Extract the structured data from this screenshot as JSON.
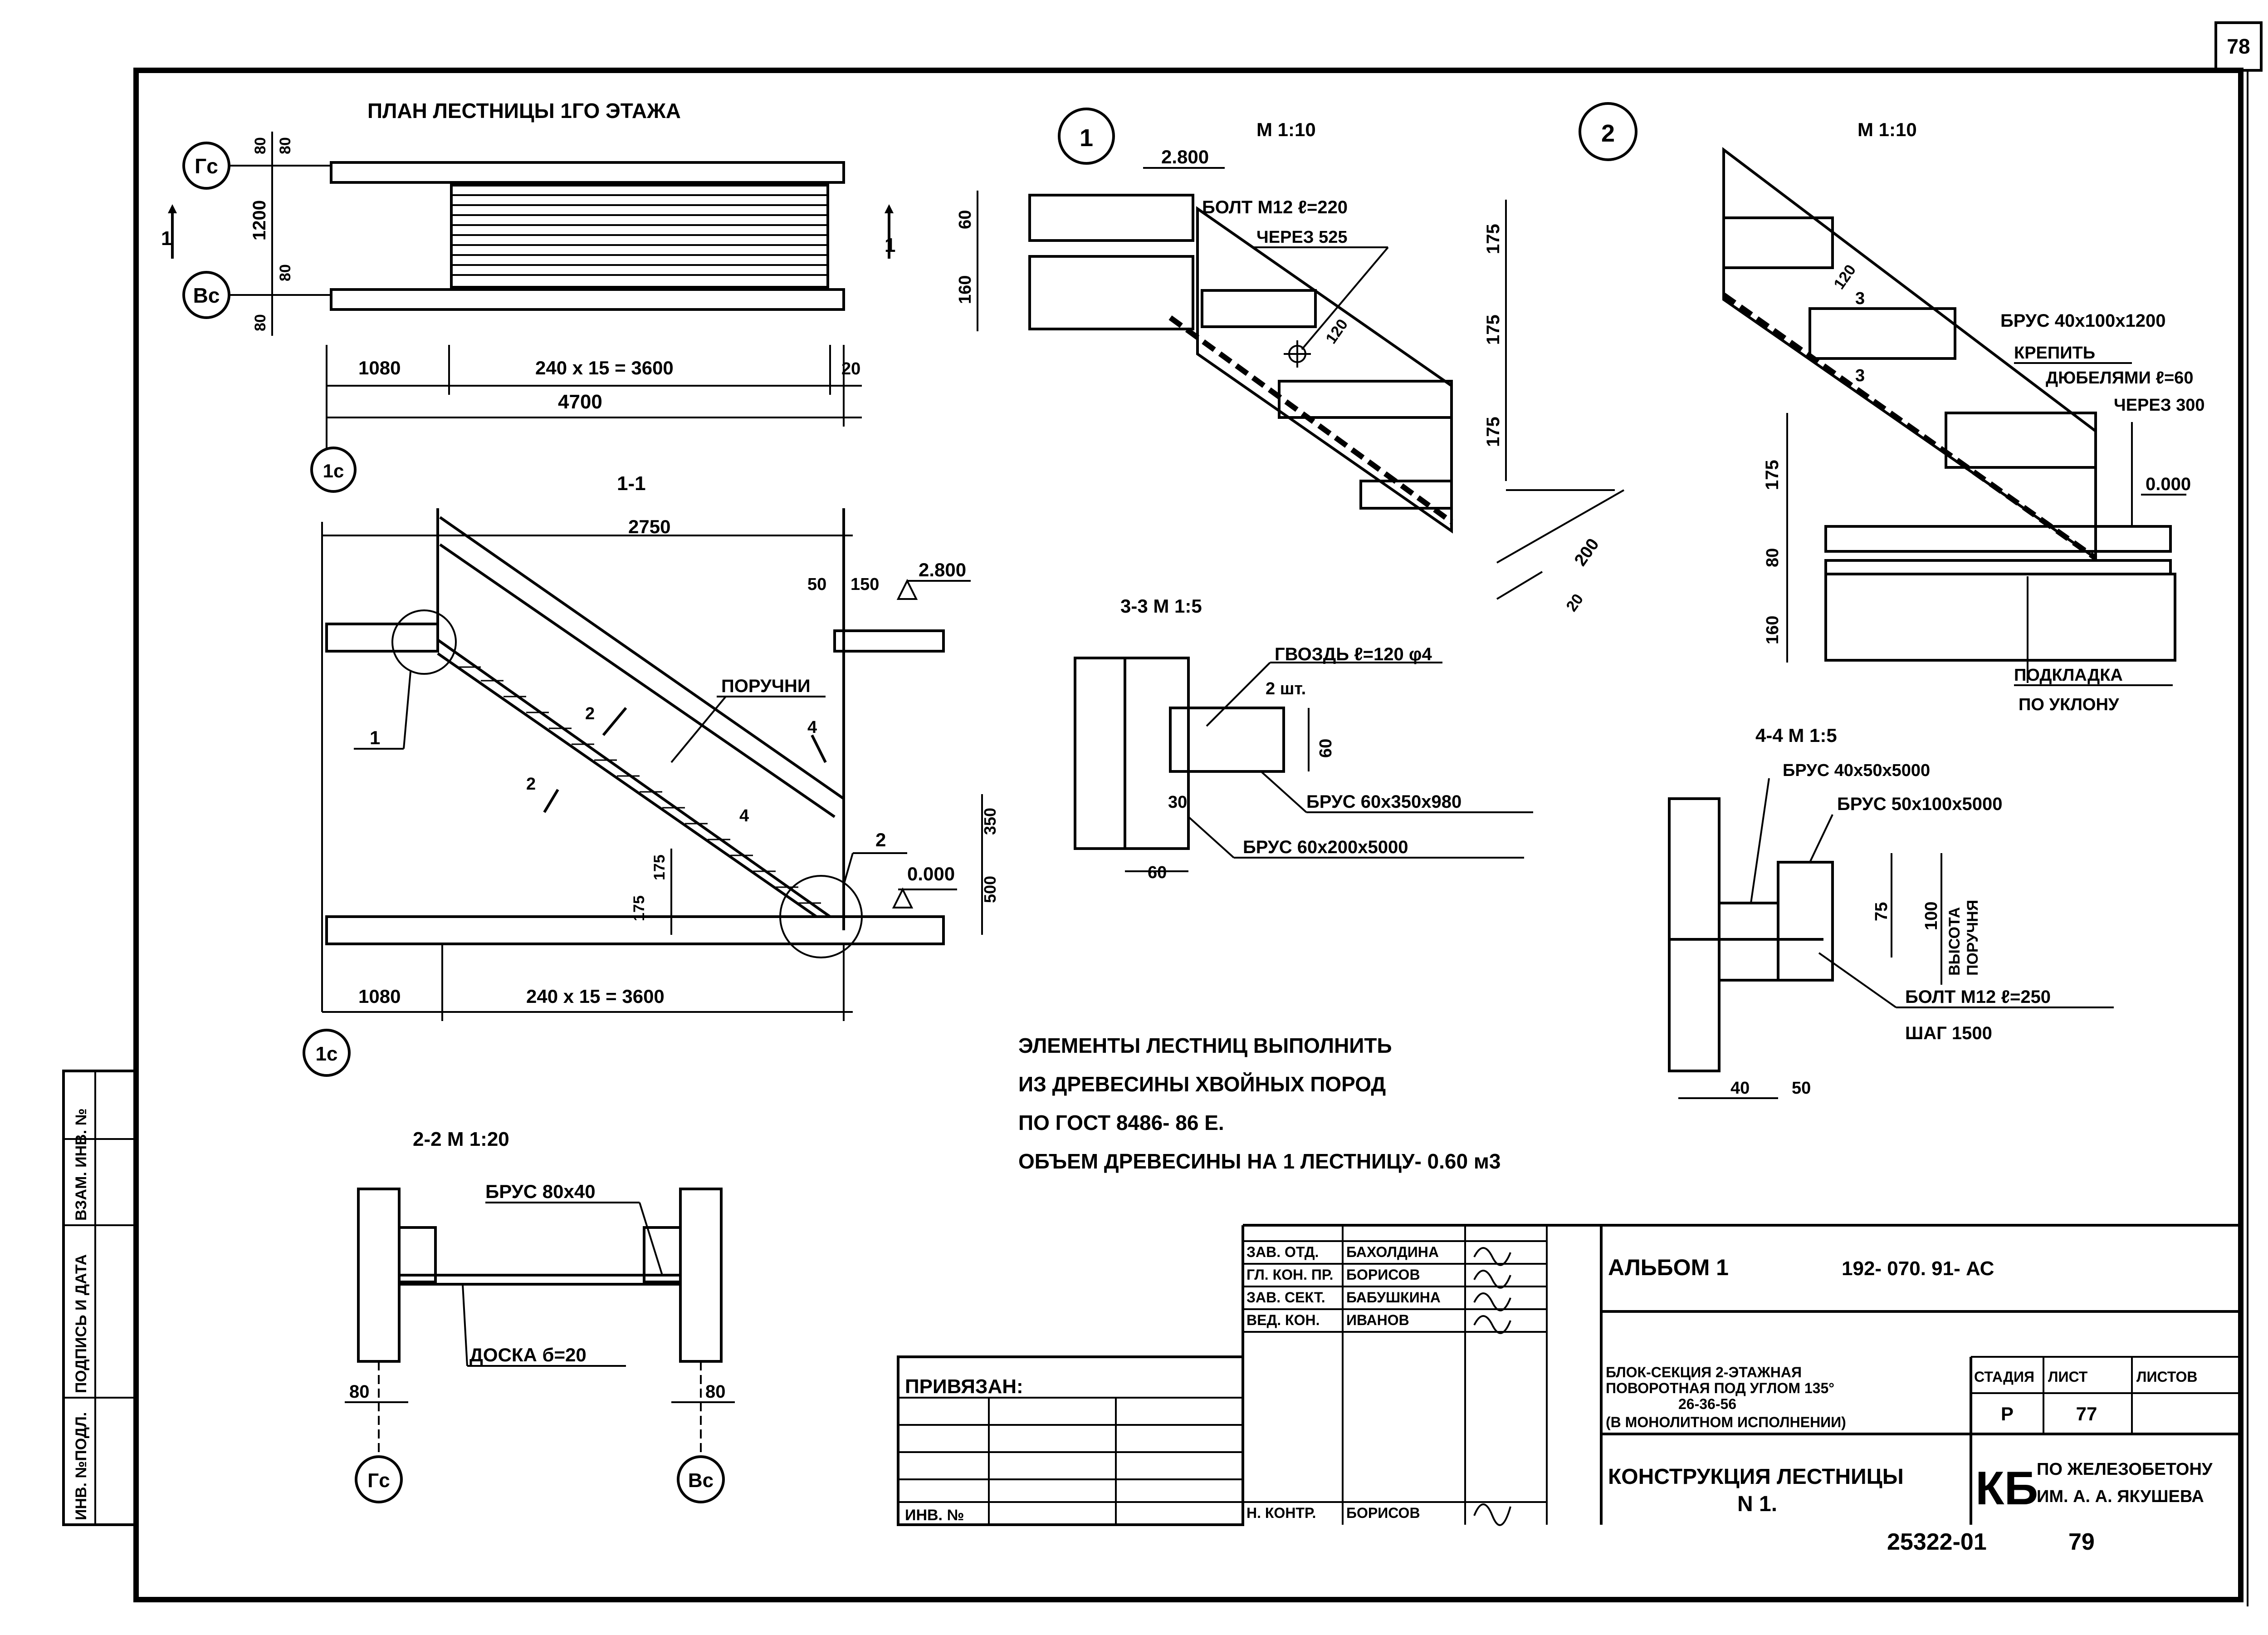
{
  "sheet": {
    "page_number": "78",
    "bottom_code": "25322-01",
    "bottom_page": "79"
  },
  "plan": {
    "title": "ПЛАН ЛЕСТНИЦЫ 1ГО ЭТАЖА",
    "axis_gc": "Гс",
    "axis_vc": "Вс",
    "axis_1c": "1с",
    "section_mark": "1",
    "dim_80_a": "80",
    "dim_80_b": "80",
    "dim_80_c": "80",
    "dim_80_d": "80",
    "dim_1200": "1200",
    "dim_1080": "1080",
    "dim_run": "240 x 15 = 3600",
    "dim_20": "20",
    "dim_4700": "4700"
  },
  "section11": {
    "title": "1-1",
    "dim_2750": "2750",
    "dim_50": "50",
    "dim_150": "150",
    "level_top": "2.800",
    "level_bottom": "0.000",
    "handrail_label": "ПОРУЧНИ",
    "callout_1": "1",
    "callout_2": "2",
    "cut_2": "2",
    "cut_4": "4",
    "dim_175_a": "175",
    "dim_175_b": "175",
    "dim_350": "350",
    "dim_500": "500",
    "dim_1080": "1080",
    "dim_run": "240 x 15 = 3600",
    "axis_1c": "1с"
  },
  "detail1": {
    "number": "1",
    "scale": "М 1:10",
    "level": "2.800",
    "bolt": "БОЛТ М12 ℓ=220",
    "step": "ЧЕРЕЗ 525",
    "dim_60": "60",
    "dim_160": "160",
    "dim_175_a": "175",
    "dim_175_b": "175",
    "dim_175_c": "175",
    "dim_120": "120",
    "dim_200": "200",
    "dim_20": "20"
  },
  "detail2": {
    "number": "2",
    "scale": "М 1:10",
    "beam_label": "БРУС 40x100x1200",
    "fix_1": "КРЕПИТЬ",
    "fix_2": "ДЮБЕЛЯМИ ℓ=60",
    "fix_3": "ЧЕРЕЗ 300",
    "level": "0.000",
    "dim_175": "175",
    "dim_80": "80",
    "dim_160": "160",
    "dim_120": "120",
    "cut_3": "3",
    "pad_1": "ПОДКЛАДКА",
    "pad_2": "ПО УКЛОНУ"
  },
  "section33": {
    "title": "3-3   М 1:5",
    "nail": "ГВОЗДЬ ℓ=120 φ4",
    "nail_qty": "2 шт.",
    "dim_60_h": "60",
    "dim_30": "30",
    "dim_60_w": "60",
    "beam_a": "БРУС 60x350x980",
    "beam_b": "БРУС 60x200x5000"
  },
  "section44": {
    "title": "4-4   М 1:5",
    "beam_a": "БРУС 40x50x5000",
    "beam_b": "БРУС 50x100x5000",
    "dim_75": "75",
    "dim_100": "100",
    "rail_height_1": "ВЫСОТА",
    "rail_height_2": "ПОРУЧНЯ",
    "bolt": "БОЛТ М12 ℓ=250",
    "step": "ШАГ 1500",
    "dim_40": "40",
    "dim_50": "50"
  },
  "notes": {
    "line1": "ЭЛЕМЕНТЫ ЛЕСТНИЦ ВЫПОЛНИТЬ",
    "line2": "ИЗ ДРЕВЕСИНЫ ХВОЙНЫХ ПОРОД",
    "line3": "ПО ГОСТ 8486- 86 Е.",
    "line4": "ОБЪЕМ ДРЕВЕСИНЫ НА 1 ЛЕСТНИЦУ- 0.60 м3"
  },
  "section22": {
    "title": "2-2   М 1:20",
    "beam": "БРУС 80x40",
    "board": "ДОСКА б=20",
    "dim_80_a": "80",
    "dim_80_b": "80",
    "axis_gc": "Гс",
    "axis_vc": "Вс"
  },
  "side_stamp": {
    "col1": "ИНВ. №ПОДЛ.",
    "col2": "ПОДПИСЬ И ДАТА",
    "col3": "ВЗАМ. ИНВ. №"
  },
  "title_block": {
    "bound_label": "ПРИВЯЗАН:",
    "inv_label": "ИНВ. №",
    "roles": [
      {
        "role": "ЗАВ. ОТД.",
        "name": "БАХОЛДИНА"
      },
      {
        "role": "ГЛ. КОН. ПР.",
        "name": "БОРИСОВ"
      },
      {
        "role": "ЗАВ. СЕКТ.",
        "name": "БАБУШКИНА"
      },
      {
        "role": "ВЕД. КОН.",
        "name": "ИВАНОВ"
      }
    ],
    "control_role": "Н. КОНТР.",
    "control_name": "БОРИСОВ",
    "album": "АЛЬБОМ 1",
    "doc_code": "192- 070. 91- АС",
    "project_1": "БЛОК-СЕКЦИЯ 2-ЭТАЖНАЯ",
    "project_2": "ПОВОРОТНАЯ ПОД УГЛОМ 135°",
    "project_3": "26-36-56",
    "project_4": "(В МОНОЛИТНОМ ИСПОЛНЕНИИ)",
    "stage_label": "СТАДИЯ",
    "sheet_label": "ЛИСТ",
    "sheets_label": "ЛИСТОВ",
    "stage_value": "Р",
    "sheet_value": "77",
    "sheets_value": "",
    "drawing_1": "КОНСТРУКЦИЯ ЛЕСТНИЦЫ",
    "drawing_2": "N 1.",
    "org_logo": "КБ",
    "org_1": "ПО ЖЕЛЕЗОБЕТОНУ",
    "org_2": "ИМ. А. А. ЯКУШЕВА"
  }
}
